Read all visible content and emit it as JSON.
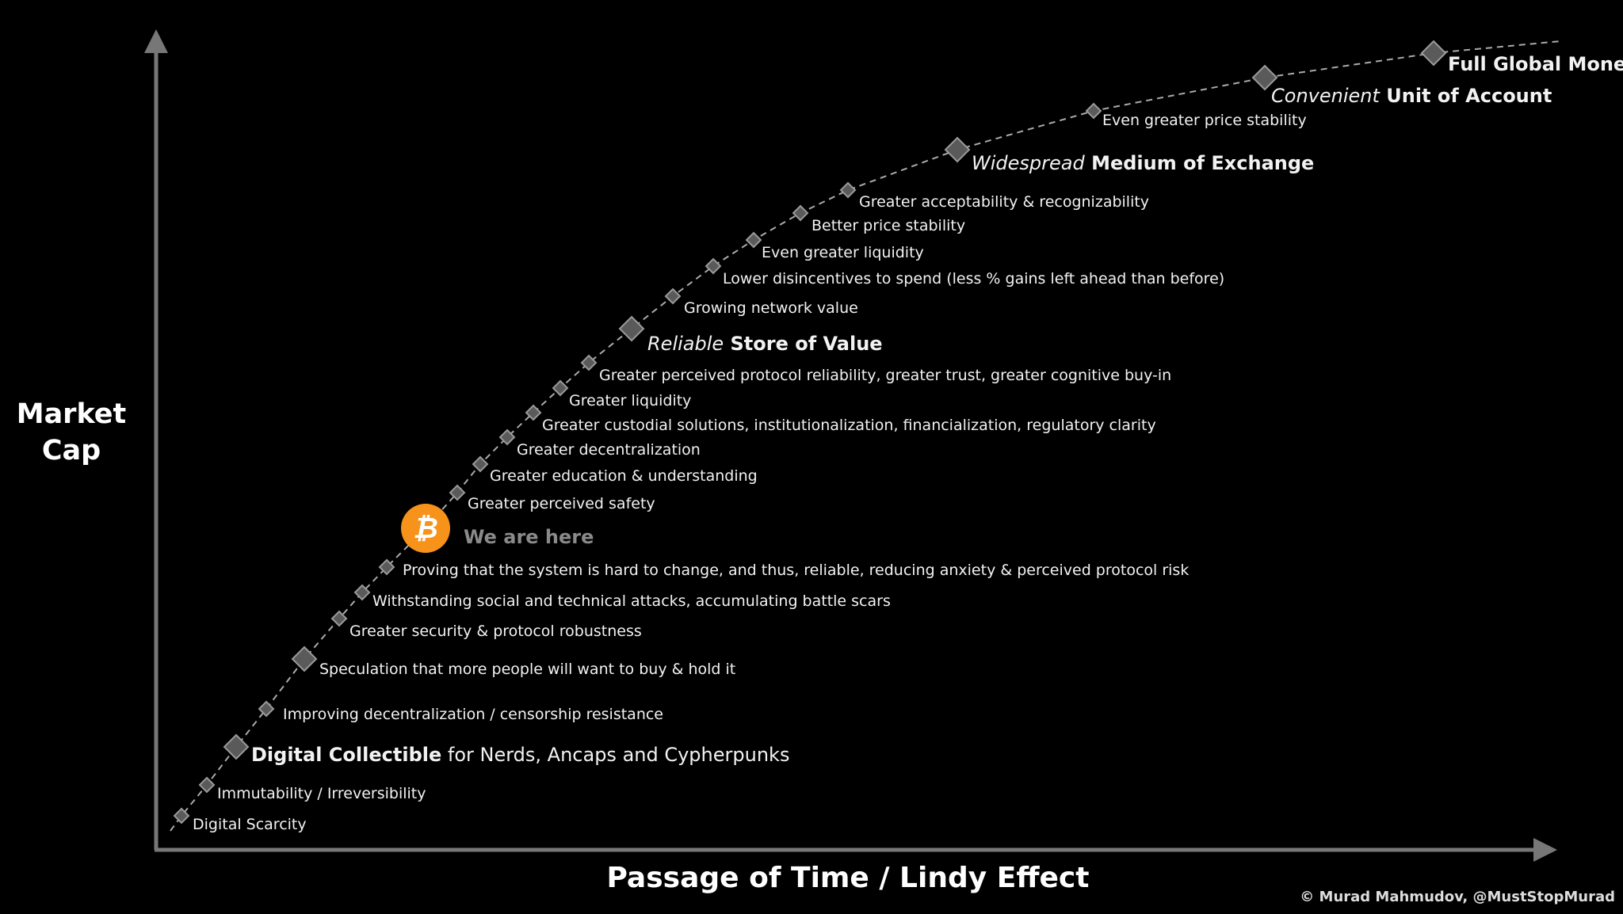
{
  "axes": {
    "y_label_line1": "Market",
    "y_label_line2": "Cap",
    "x_label": "Passage of Time / Lindy Effect"
  },
  "credit": "© Murad Mahmudov, @MustStopMurad",
  "colors": {
    "background": "#000000",
    "axis": "#777777",
    "diamond": "#5a5a5a",
    "diamond_border": "#9a9a9a",
    "bitcoin": "#f7931a",
    "here_text": "#8a8a8a"
  },
  "milestones": [
    {
      "parts": [
        {
          "t": "Digital Scarcity"
        }
      ],
      "major": false
    },
    {
      "parts": [
        {
          "t": "Immutability / Irreversibility"
        }
      ],
      "major": false
    },
    {
      "parts": [
        {
          "t": "Digital Collectible",
          "s": "b"
        },
        {
          "t": " for Nerds, Ancaps and Cypherpunks"
        }
      ],
      "major": true
    },
    {
      "parts": [
        {
          "t": "Improving decentralization / censorship resistance"
        }
      ],
      "major": false
    },
    {
      "parts": [
        {
          "t": "Speculation that more people will want to buy & hold it"
        }
      ],
      "major": false,
      "big_marker": true
    },
    {
      "parts": [
        {
          "t": "Greater security & protocol robustness"
        }
      ],
      "major": false
    },
    {
      "parts": [
        {
          "t": "Withstanding social and technical attacks, accumulating battle scars"
        }
      ],
      "major": false
    },
    {
      "parts": [
        {
          "t": "Proving that the system is hard to change, and thus, reliable, reducing anxiety & perceived protocol risk"
        }
      ],
      "major": false
    },
    {
      "parts": [
        {
          "t": "We are here"
        }
      ],
      "current": true,
      "icon": "bitcoin-icon"
    },
    {
      "parts": [
        {
          "t": "Greater perceived safety"
        }
      ],
      "major": false
    },
    {
      "parts": [
        {
          "t": "Greater education & understanding"
        }
      ],
      "major": false
    },
    {
      "parts": [
        {
          "t": "Greater decentralization"
        }
      ],
      "major": false
    },
    {
      "parts": [
        {
          "t": "Greater custodial solutions, institutionalization, financialization, regulatory clarity"
        }
      ],
      "major": false
    },
    {
      "parts": [
        {
          "t": "Greater liquidity"
        }
      ],
      "major": false
    },
    {
      "parts": [
        {
          "t": "Greater perceived protocol reliability, greater trust, greater cognitive buy-in"
        }
      ],
      "major": false
    },
    {
      "parts": [
        {
          "t": "Reliable",
          "s": "i"
        },
        {
          "t": " Store of Value",
          "s": "b"
        }
      ],
      "major": true
    },
    {
      "parts": [
        {
          "t": "Growing network value"
        }
      ],
      "major": false
    },
    {
      "parts": [
        {
          "t": "Lower disincentives to spend (less % gains left ahead than before)"
        }
      ],
      "major": false
    },
    {
      "parts": [
        {
          "t": "Even greater liquidity"
        }
      ],
      "major": false
    },
    {
      "parts": [
        {
          "t": "Better price stability"
        }
      ],
      "major": false
    },
    {
      "parts": [
        {
          "t": "Greater acceptability & recognizability"
        }
      ],
      "major": false
    },
    {
      "parts": [
        {
          "t": "Widespread",
          "s": "i"
        },
        {
          "t": " Medium of Exchange",
          "s": "b"
        }
      ],
      "major": true
    },
    {
      "parts": [
        {
          "t": "Even greater price stability"
        }
      ],
      "major": false
    },
    {
      "parts": [
        {
          "t": "Convenient",
          "s": "i"
        },
        {
          "t": " Unit of Account",
          "s": "b"
        }
      ],
      "major": true
    },
    {
      "parts": [
        {
          "t": "Full Global Money",
          "s": "b"
        }
      ],
      "major": true
    }
  ]
}
